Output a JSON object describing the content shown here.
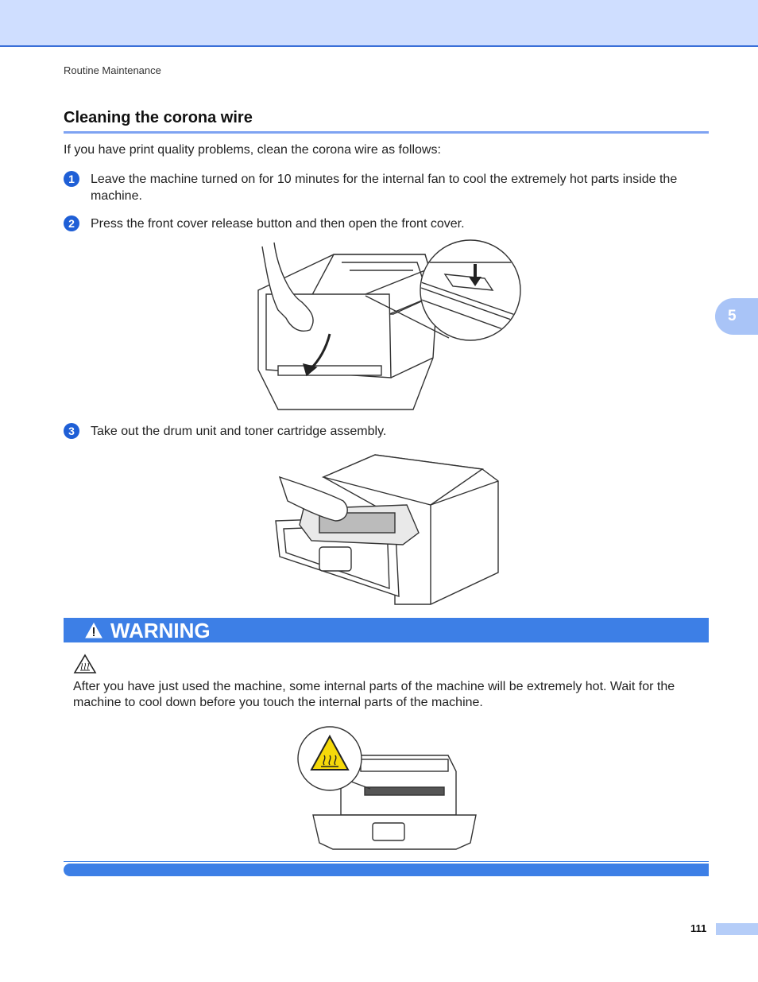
{
  "header": {
    "running_head": "Routine Maintenance"
  },
  "chapter_tab": {
    "number": "5"
  },
  "section": {
    "title": "Cleaning the corona wire",
    "intro": "If you have print quality problems, clean the corona wire as follows:"
  },
  "steps": [
    {
      "number": "1",
      "text": "Leave the machine turned on for 10 minutes for the internal fan to cool the extremely hot parts inside the machine."
    },
    {
      "number": "2",
      "text": "Press the front cover release button and then open the front cover."
    },
    {
      "number": "3",
      "text": "Take out the drum unit and toner cartridge assembly."
    }
  ],
  "warning": {
    "label": "WARNING",
    "icon": "hot-surface-icon",
    "text": "After you have just used the machine, some internal parts of the machine will be extremely hot. Wait for the machine to cool down before you touch the internal parts of the machine."
  },
  "footer": {
    "page_number": "111"
  },
  "colors": {
    "accent": "#3d7fe6",
    "band": "#cfdeff",
    "step_circle": "#1f5fd6",
    "hot_yellow": "#f5d90a"
  }
}
